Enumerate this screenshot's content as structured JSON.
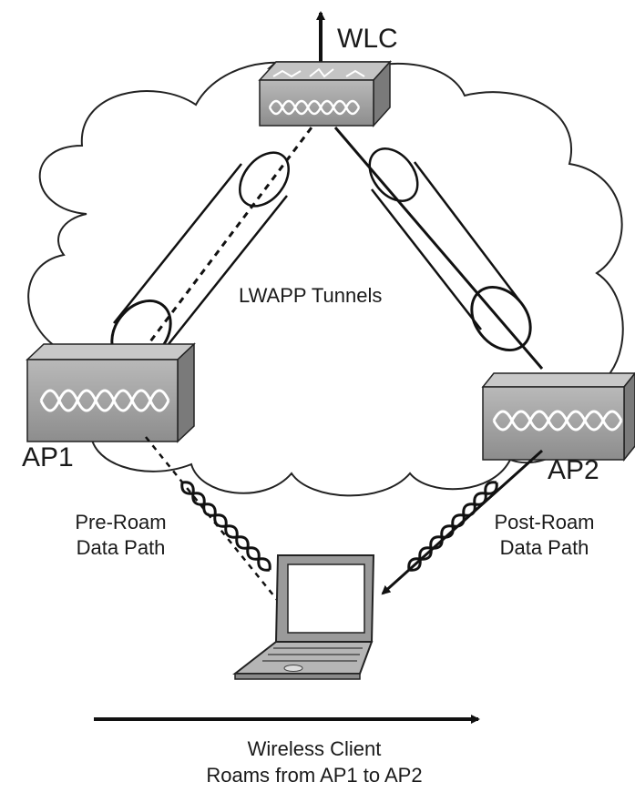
{
  "labels": {
    "wlc": "WLC",
    "tunnels": "LWAPP Tunnels",
    "ap1": "AP1",
    "ap2": "AP2",
    "pre_roam_line1": "Pre-Roam",
    "pre_roam_line2": "Data Path",
    "post_roam_line1": "Post-Roam",
    "post_roam_line2": "Data Path",
    "roam_line1": "Wireless Client",
    "roam_line2": "Roams from AP1 to AP2"
  },
  "colors": {
    "line": "#111111",
    "device_front": "#9a9a9a",
    "device_top": "#c8c8c8",
    "device_side": "#7a7a7a",
    "cloud_stroke": "#222222",
    "background": "#ffffff"
  },
  "icons": [
    "cloud-icon",
    "wlc-switch-icon",
    "access-point-icon",
    "laptop-icon",
    "arrow-up-icon",
    "arrow-right-icon"
  ]
}
